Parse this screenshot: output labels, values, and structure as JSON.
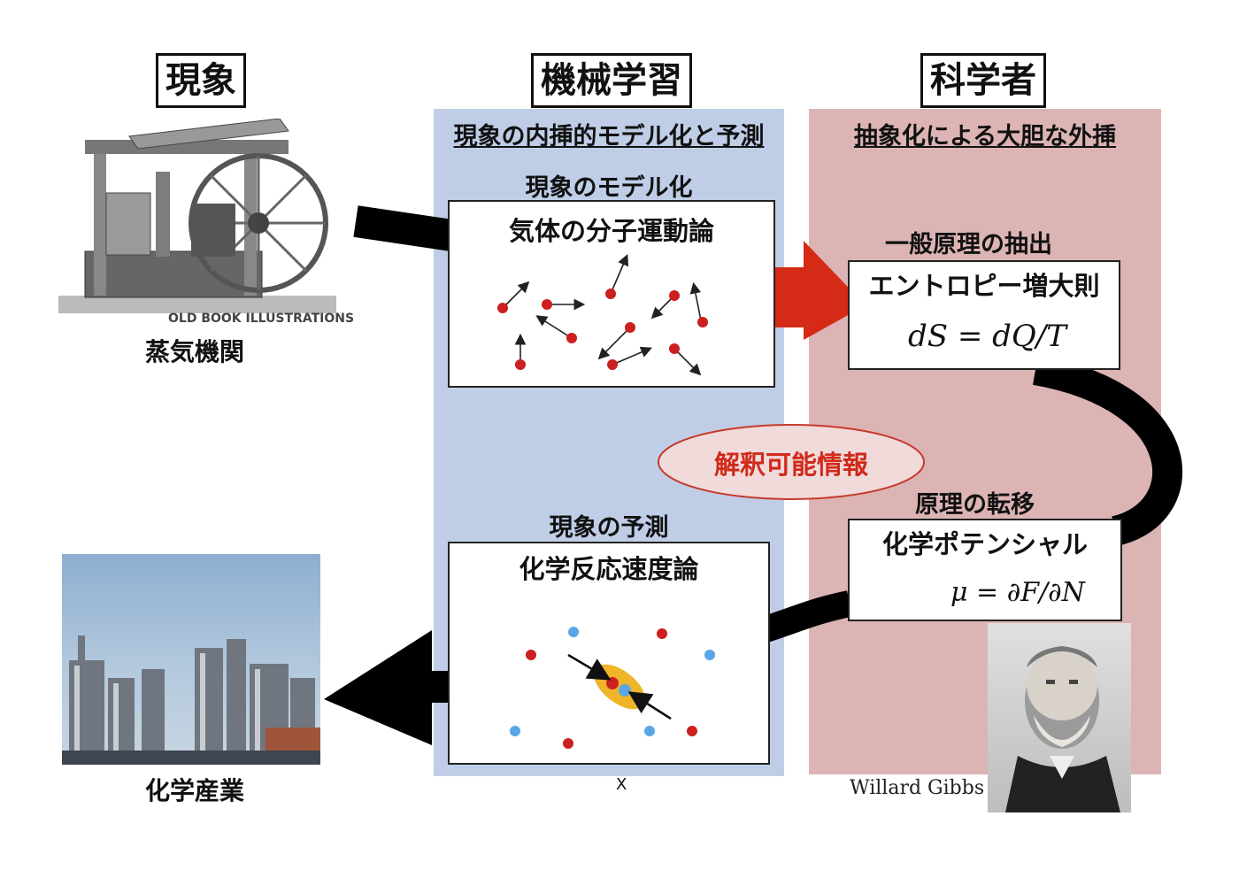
{
  "columns": {
    "phenomenon": "現象",
    "ml": "機械学習",
    "scientist": "科学者"
  },
  "ml_panel": {
    "subtitle": "現象の内挿的モデル化と予測",
    "modeling_label": "現象のモデル化",
    "modeling_box_title": "気体の分子運動論",
    "prediction_label": "現象の予測",
    "prediction_box_title": "化学反応速度論",
    "footer_mark": "X"
  },
  "scientist_panel": {
    "subtitle": "抽象化による大胆な外挿",
    "extraction_label": "一般原理の抽出",
    "entropy_box_title": "エントロピー増大則",
    "entropy_formula": "dS = dQ/T",
    "transfer_label": "原理の転移",
    "potential_box_title": "化学ポテンシャル",
    "potential_formula": "μ = ∂F/∂N",
    "portrait_caption": "Willard Gibbs"
  },
  "interpretable": "解釈可能情報",
  "left": {
    "engine_watermark": "OLD BOOK ILLUSTRATIONS",
    "engine_caption": "蒸気機関",
    "industry_caption": "化学産業"
  },
  "colors": {
    "ml_bg": "#bfcee6",
    "sci_bg": "#dcb4b4",
    "red_arrow": "#d42a16",
    "red_dot": "#cc1f1f",
    "blue_dot": "#5aa6e8",
    "ellipse_fill": "#f0b428",
    "interp_text": "#d02a1a"
  }
}
